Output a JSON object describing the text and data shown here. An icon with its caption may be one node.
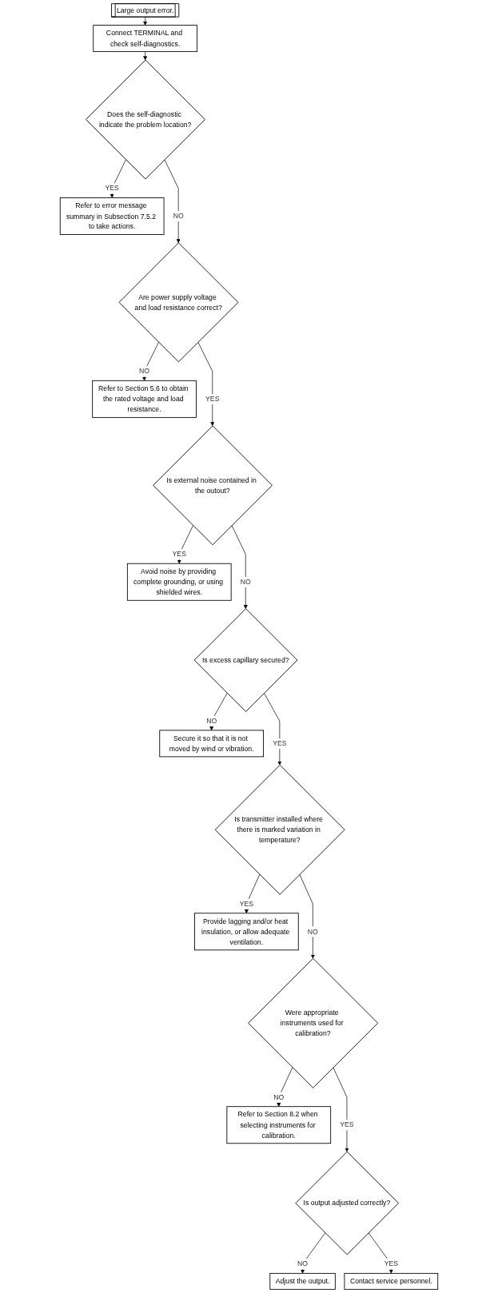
{
  "diagram": {
    "nodes": [
      {
        "text": [
          "Large output error."
        ]
      },
      {
        "text": [
          "Connect TERMINAL and check self-diagnostics."
        ]
      },
      {
        "text": [
          "Does the self-diagnostic indicate the problem location?"
        ]
      },
      {
        "text": [
          "Refer to error message summary in Subsection 7.5.2 to take actions."
        ]
      },
      {
        "text": [
          "Are power supply voltage and load resistance correct?"
        ]
      },
      {
        "text": [
          "Refer to Section 5.6 to obtain the rated voltage and load resistance."
        ]
      },
      {
        "text": [
          "Is external noise contained in the outout?"
        ]
      },
      {
        "text": [
          "Avoid noise by providing complete grounding, or using shielded wires."
        ]
      },
      {
        "text": [
          "Is excess capillary secured?"
        ]
      },
      {
        "text": [
          "Secure it so that it is not moved by wind or vibration."
        ]
      },
      {
        "text": [
          "Is transmitter installed where there is marked variation in temperature?"
        ]
      },
      {
        "text": [
          "Provide lagging and/or heat insulation, or allow adequate ventilation."
        ]
      },
      {
        "text": [
          "Were appropriate instruments used for calibration?"
        ]
      },
      {
        "text": [
          "Refer to Section 8.2 when selecting instruments for calibration."
        ]
      },
      {
        "text": [
          "Is output adjusted correctly?"
        ]
      },
      {
        "text": [
          "Adjust the output."
        ]
      },
      {
        "text": [
          "Contact service personnel."
        ]
      }
    ],
    "edges": [
      {
        "from": 0,
        "to": 1,
        "arrow": "to"
      },
      {
        "from": 1,
        "to": 2,
        "arrow": "to"
      },
      {
        "from": 2,
        "to": 3,
        "label": "YES",
        "arrow": "to"
      },
      {
        "from": 2,
        "to": 4,
        "label": "NO",
        "arrow": "to"
      },
      {
        "from": 4,
        "to": 5,
        "label": "NO",
        "arrow": "to"
      },
      {
        "from": 4,
        "to": 6,
        "label": "YES",
        "arrow": "to"
      },
      {
        "from": 6,
        "to": 7,
        "label": "YES",
        "arrow": "to"
      },
      {
        "from": 6,
        "to": 8,
        "label": "NO",
        "arrow": "to"
      },
      {
        "from": 8,
        "to": 9,
        "label": "NO",
        "arrow": "to"
      },
      {
        "from": 8,
        "to": 10,
        "label": "YES",
        "arrow": "to"
      },
      {
        "from": 10,
        "to": 11,
        "label": "YES",
        "arrow": "to"
      },
      {
        "from": 10,
        "to": 12,
        "label": "NO",
        "arrow": "to"
      },
      {
        "from": 12,
        "to": 13,
        "label": "NO",
        "arrow": "to"
      },
      {
        "from": 12,
        "to": 14,
        "label": "YES",
        "arrow": "to"
      },
      {
        "from": 14,
        "to": 15,
        "label": "NO",
        "arrow": "to"
      },
      {
        "from": 14,
        "to": 16,
        "label": "YES",
        "arrow": "to"
      }
    ]
  }
}
